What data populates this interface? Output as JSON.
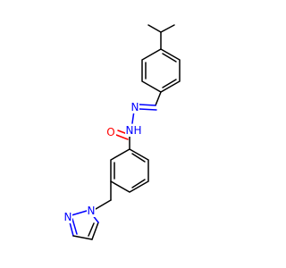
{
  "molecule": {
    "atom_labels": {
      "oxygen": "O",
      "hydrazone_nh": "N",
      "hydrazone_h": "H",
      "hydrazone_n": "N",
      "pyrazole_n1": "N",
      "pyrazole_n2": "N"
    },
    "colors": {
      "bond": "#000000",
      "oxygen": "#ff0000",
      "nitrogen": "#0000ff",
      "background": "#ffffff"
    }
  }
}
